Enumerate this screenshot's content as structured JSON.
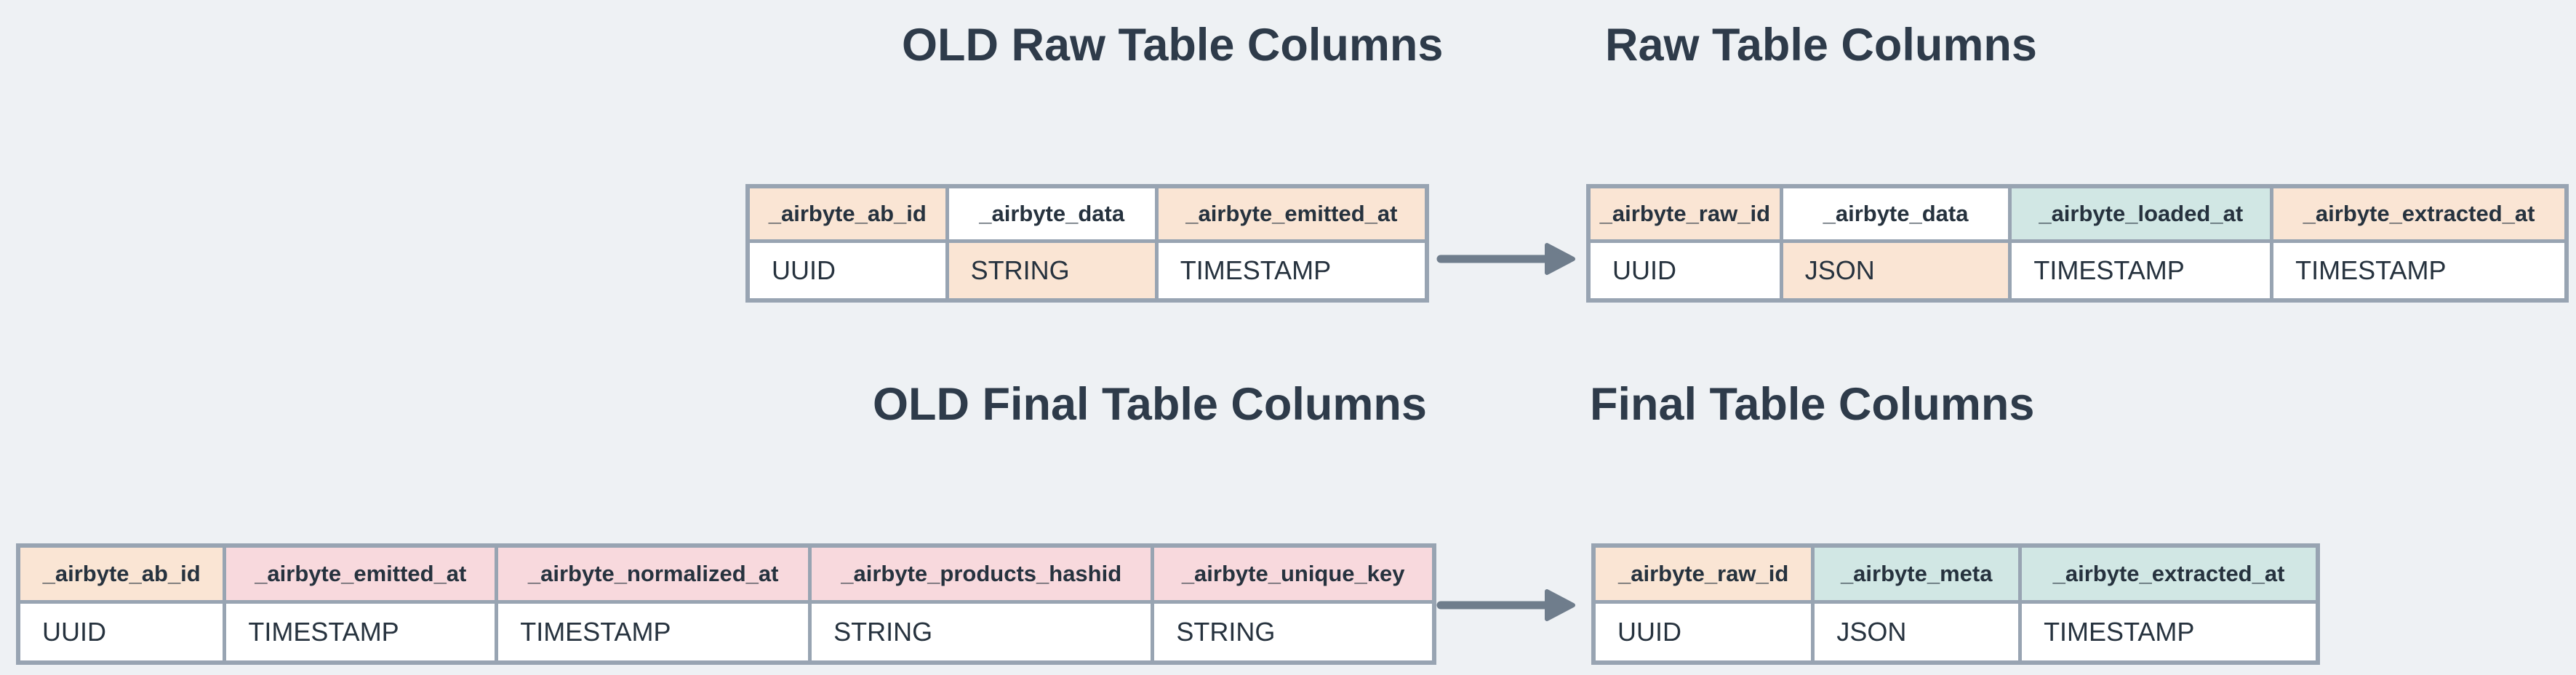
{
  "colors": {
    "peach": "#fae5d4",
    "pink": "#f8d9dd",
    "mint": "#d1e7e4",
    "white": "#ffffff",
    "border": "#98a4b2",
    "arrow": "#6f7d8c",
    "title_text": "#2e3b4a",
    "cell_text": "#26323e",
    "bg": "#eef1f4"
  },
  "titles": [
    {
      "id": "old-raw",
      "text": "OLD Raw Table Columns"
    },
    {
      "id": "raw",
      "text": "Raw Table Columns"
    },
    {
      "id": "old-final",
      "text": "OLD Final Table Columns"
    },
    {
      "id": "final",
      "text": "Final Table Columns"
    }
  ],
  "tables": [
    {
      "name": "old-raw-table",
      "title": "OLD Raw Table Columns",
      "columns": [
        {
          "header": "_airbyte_ab_id",
          "header_bg": "peach",
          "value": "UUID",
          "value_bg": "white"
        },
        {
          "header": "_airbyte_data",
          "header_bg": "white",
          "value": "STRING",
          "value_bg": "peach"
        },
        {
          "header": "_airbyte_emitted_at",
          "header_bg": "peach",
          "value": "TIMESTAMP",
          "value_bg": "white"
        }
      ]
    },
    {
      "name": "raw-table",
      "title": "Raw Table Columns",
      "columns": [
        {
          "header": "_airbyte_raw_id",
          "header_bg": "peach",
          "value": "UUID",
          "value_bg": "white"
        },
        {
          "header": "_airbyte_data",
          "header_bg": "white",
          "value": "JSON",
          "value_bg": "peach"
        },
        {
          "header": "_airbyte_loaded_at",
          "header_bg": "mint",
          "value": "TIMESTAMP",
          "value_bg": "white"
        },
        {
          "header": "_airbyte_extracted_at",
          "header_bg": "peach",
          "value": "TIMESTAMP",
          "value_bg": "white"
        }
      ]
    },
    {
      "name": "old-final-table",
      "title": "OLD Final Table Columns",
      "columns": [
        {
          "header": "_airbyte_ab_id",
          "header_bg": "peach",
          "value": "UUID",
          "value_bg": "white"
        },
        {
          "header": "_airbyte_emitted_at",
          "header_bg": "pink",
          "value": "TIMESTAMP",
          "value_bg": "white"
        },
        {
          "header": "_airbyte_normalized_at",
          "header_bg": "pink",
          "value": "TIMESTAMP",
          "value_bg": "white"
        },
        {
          "header": "_airbyte_products_hashid",
          "header_bg": "pink",
          "value": "STRING",
          "value_bg": "white"
        },
        {
          "header": "_airbyte_unique_key",
          "header_bg": "pink",
          "value": "STRING",
          "value_bg": "white"
        }
      ]
    },
    {
      "name": "final-table",
      "title": "Final Table Columns",
      "columns": [
        {
          "header": "_airbyte_raw_id",
          "header_bg": "peach",
          "value": "UUID",
          "value_bg": "white"
        },
        {
          "header": "_airbyte_meta",
          "header_bg": "mint",
          "value": "JSON",
          "value_bg": "white"
        },
        {
          "header": "_airbyte_extracted_at",
          "header_bg": "mint",
          "value": "TIMESTAMP",
          "value_bg": "white"
        }
      ]
    }
  ],
  "arrows": [
    {
      "id": "raw",
      "meaning": "old-raw-to-raw-arrow"
    },
    {
      "id": "final",
      "meaning": "old-final-to-final-arrow"
    }
  ]
}
